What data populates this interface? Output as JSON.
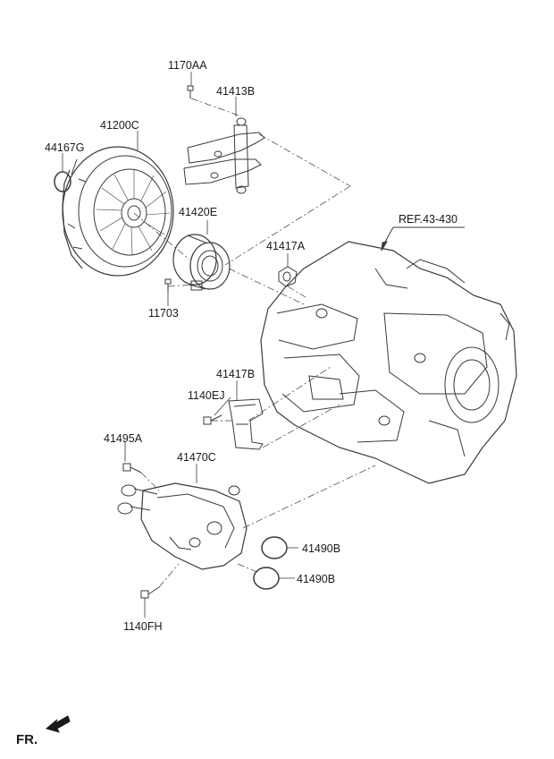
{
  "labels": {
    "p1170AA": "1170AA",
    "p41413B": "41413B",
    "p41200C": "41200C",
    "p44167G": "44167G",
    "p41420E": "41420E",
    "p41417A": "41417A",
    "p11703": "11703",
    "ref": "REF.43-430",
    "p41417B": "41417B",
    "p1140EJ": "1140EJ",
    "p41495A": "41495A",
    "p41470C": "41470C",
    "p41490B_1": "41490B",
    "p41490B_2": "41490B",
    "p1140FH": "1140FH"
  },
  "footer": {
    "direction_label": "FR."
  },
  "colors": {
    "line": "#3a3a3a",
    "ink": "#1a1a1a"
  },
  "icons": {
    "direction": "arrow-icon"
  }
}
